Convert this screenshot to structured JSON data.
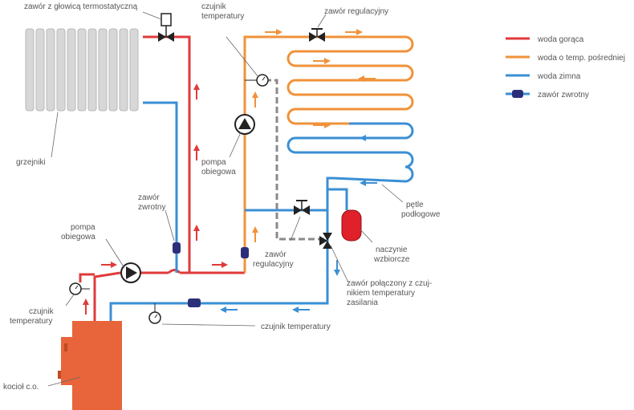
{
  "labels": {
    "thermostatic_valve": "zawór z głowicą termostatyczną",
    "temp_sensor_top_l1": "czujnik",
    "temp_sensor_top_l2": "temperatury",
    "regulating_valve_top": "zawór regulacyjny",
    "radiators": "grzejniki",
    "pump_mid_l1": "pompa",
    "pump_mid_l2": "obiegowa",
    "check_valve_l1": "zawór",
    "check_valve_l2": "zwrotny",
    "pump_left_l1": "pompa",
    "pump_left_l2": "obiegowa",
    "temp_sensor_left_l1": "czujnik",
    "temp_sensor_left_l2": "temperatury",
    "regulating_valve_bottom_l1": "zawór",
    "regulating_valve_bottom_l2": "regulacyjny",
    "floor_loops_l1": "pętle",
    "floor_loops_l2": "podłogowe",
    "expansion_vessel_l1": "naczynie",
    "expansion_vessel_l2": "wzbiorcze",
    "mixing_valve_l1": "zawór połączony z czuj-",
    "mixing_valve_l2": "nikiem temperatury",
    "mixing_valve_l3": "zasilania",
    "temp_sensor_bottom": "czujnik temperatury",
    "boiler": "kocioł c.o."
  },
  "legend": [
    {
      "label": "woda gorąca",
      "color": "#e03a3a",
      "kind": "line"
    },
    {
      "label": "woda o temp. pośredniej",
      "color": "#f0923a",
      "kind": "line"
    },
    {
      "label": "woda zimna",
      "color": "#3a8fd4",
      "kind": "line"
    },
    {
      "label": "zawór zwrotny",
      "color": "#3a8fd4",
      "kind": "check-valve"
    }
  ],
  "colors": {
    "hot": "#e03a3a",
    "mid": "#f0923a",
    "cold": "#3a8fd4",
    "boiler": "#e8643a",
    "check_valve": "#2b2f7a",
    "radiator": "#d7d7d7",
    "vessel": "#e0202a",
    "dashed": "#8a8a8a"
  }
}
